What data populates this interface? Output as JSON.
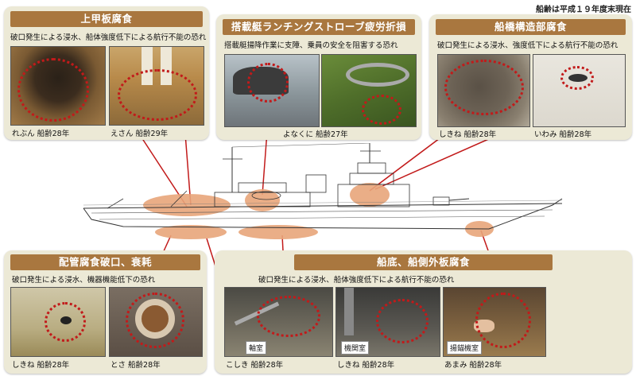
{
  "note": "船齢は平成１９年度末現在",
  "panels": {
    "deck": {
      "title": "上甲板腐食",
      "desc": "破口発生による浸水、船体強度低下による航行不能の恐れ",
      "captions": [
        "れぶん 船齢28年",
        "えさん 船齢29年"
      ]
    },
    "ramp": {
      "title": "搭載艇ランチングストローブ疲労折損",
      "desc": "搭載艇揚降作業に支障、乗員の安全を阻害する恐れ",
      "captions": [
        "よなくに 船齢27年"
      ]
    },
    "bridge": {
      "title": "船橋構造部腐食",
      "desc": "破口発生による浸水、強度低下による航行不能の恐れ",
      "captions": [
        "しきね 船齢28年",
        "いわみ 船齢28年"
      ]
    },
    "pipe": {
      "title": "配管腐食破口、衰耗",
      "desc": "破口発生による浸水、機器機能低下の恐れ",
      "captions": [
        "しきね 船齢28年",
        "とさ 船齢28年"
      ]
    },
    "hull": {
      "title": "船底、船側外板腐食",
      "desc": "破口発生による浸水、船体強度低下による航行不能の恐れ",
      "captions": [
        "こしき 船齢28年",
        "しきね 船齢28年",
        "あまみ 船齢28年"
      ],
      "photo_labels": [
        "軸室",
        "機関室",
        "揚錨機室"
      ]
    }
  },
  "colors": {
    "title_bg": "#a9773f",
    "panel_bg": "#ece9d6",
    "highlight": "#e8a57a",
    "marker": "#c21a1a"
  }
}
